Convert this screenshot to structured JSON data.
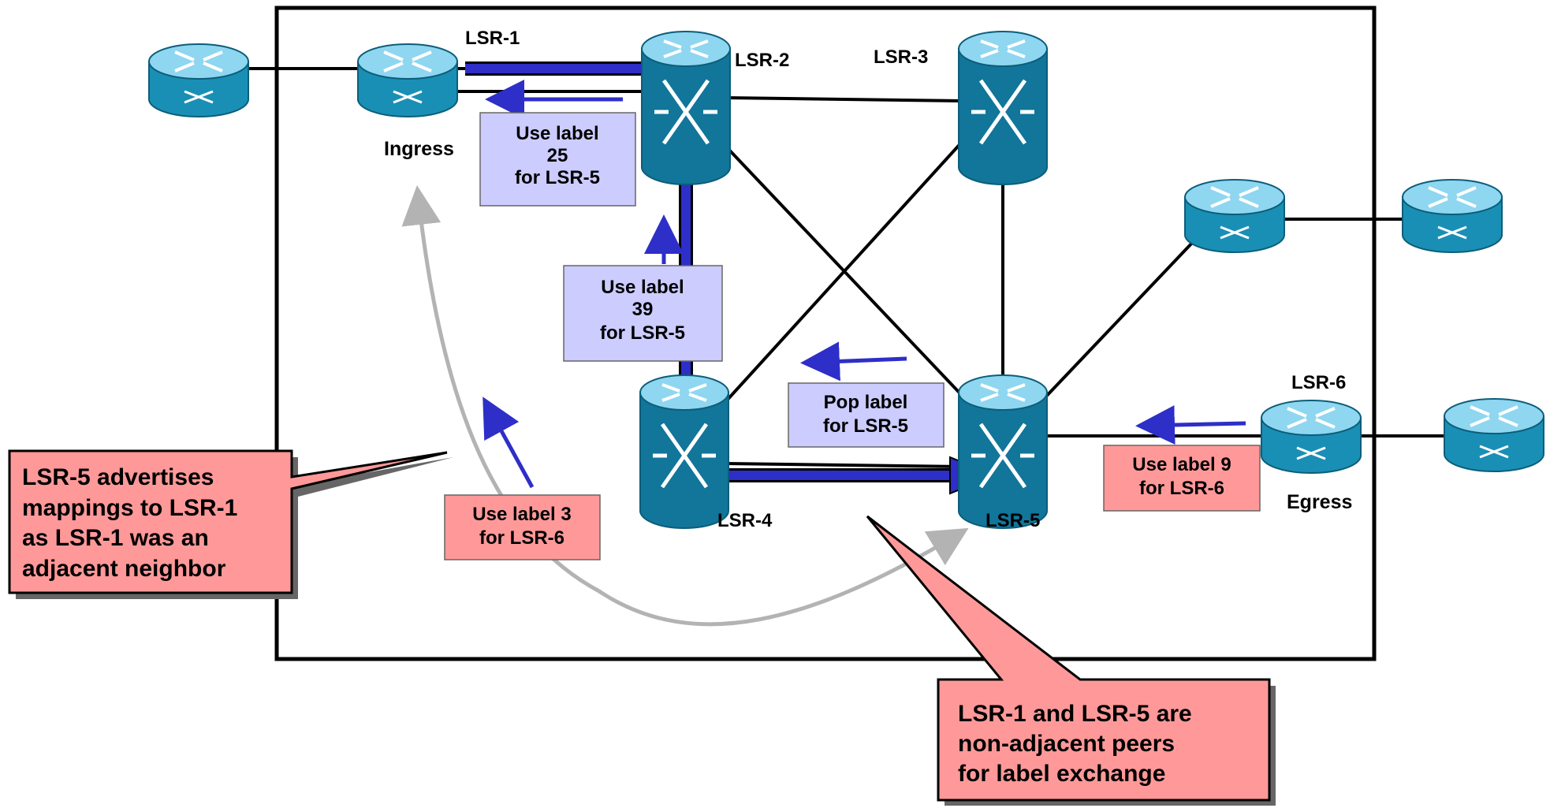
{
  "colors": {
    "router_top": "#8fd6f0",
    "router_body": "#1a8fb5",
    "router_dark": "#0b5e7a",
    "switch_body": "#12759a",
    "lsp_path": "#2e2ec8",
    "label_box_blue": "#ccccff",
    "label_box_red": "#ff9999",
    "callout_fill": "#ff9999",
    "curve_gray": "#b3b3b3"
  },
  "nodes": {
    "lsr1_name": "LSR-1",
    "lsr1_role": "Ingress",
    "lsr2_name": "LSR-2",
    "lsr3_name": "LSR-3",
    "lsr4_name": "LSR-4",
    "lsr5_name": "LSR-5",
    "lsr6_name": "LSR-6",
    "lsr6_role": "Egress"
  },
  "boxes": {
    "label25": [
      "Use label",
      "25",
      "for  LSR-5"
    ],
    "label39": [
      "Use label",
      "39",
      "for LSR-5"
    ],
    "pop": [
      "Pop label",
      "for LSR-5"
    ],
    "label3": [
      "Use label 3",
      "for LSR-6"
    ],
    "label9": [
      "Use label 9",
      "for LSR-6"
    ]
  },
  "callouts": {
    "left": [
      "LSR-5 advertises",
      "mappings to LSR-1",
      "as LSR-1 was an",
      "adjacent neighbor"
    ],
    "bottom": [
      "LSR-1 and LSR-5 are",
      "non-adjacent peers",
      "for label exchange"
    ]
  }
}
